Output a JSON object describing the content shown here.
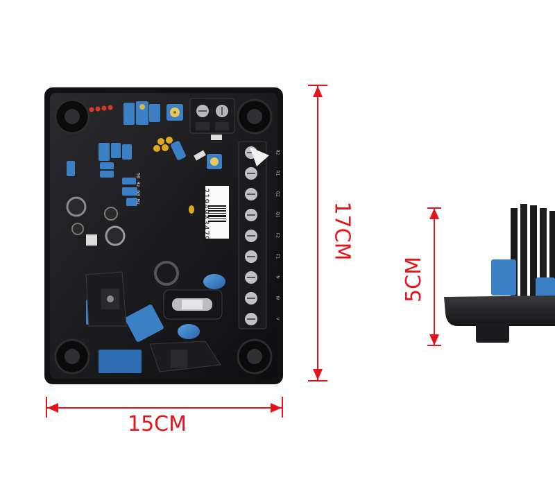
{
  "dimensions": {
    "width_label": "15CM",
    "height_label": "17CM",
    "depth_label": "5CM"
  },
  "board": {
    "serial_label": "21949A3479",
    "frequency_label": "50 Hz  60 Hz",
    "terminal_labels": [
      "R2",
      "R1",
      "Q2",
      "Q1",
      "F2",
      "F1",
      "N",
      "W",
      "V"
    ]
  },
  "colors": {
    "dimension_red": "#e3141b",
    "board_black": "#1a1a1c",
    "component_blue": "#3b7fc4"
  }
}
